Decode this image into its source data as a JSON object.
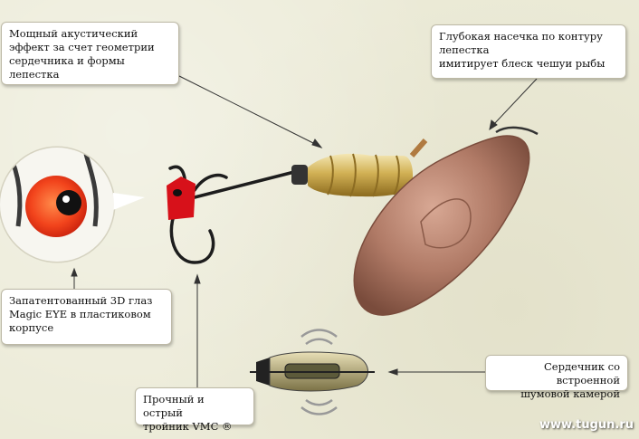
{
  "callouts": {
    "acoustic": "Мощный акустический\nэффект за счет геометрии\nсердечника и формы\nлепестка",
    "notch": "Глубокая насечка по контуру\nлепестка\nимитирует блеск чешуи рыбы",
    "eye": "Запатентованный 3D глаз\nMagic EYE в пластиковом\nкорпусе",
    "hook": "Прочный и острый\nтройник VMC ®",
    "core": "Сердечник со встроенной\nшумовой камерой"
  },
  "watermark": "www.tugun.ru",
  "colors": {
    "background": "#ecebd8",
    "blade": "#b7826f",
    "core_gold": "#c9a74a",
    "eye_red": "#e0141b"
  }
}
